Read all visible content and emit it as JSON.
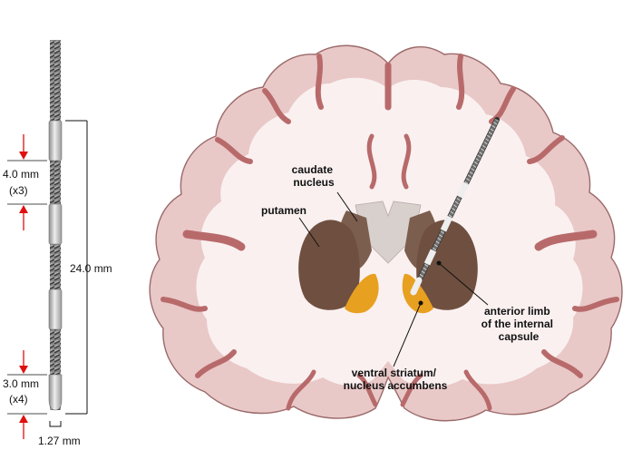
{
  "electrode": {
    "contact_spacing": "4.0 mm",
    "contact_spacing_count": "(x3)",
    "contact_length": "3.0 mm",
    "contact_length_count": "(x4)",
    "span": "24.0 mm",
    "diameter": "1.27 mm"
  },
  "brain": {
    "caudate_line1": "caudate",
    "caudate_line2": "nucleus",
    "putamen": "putamen",
    "alic_line1": "anterior limb",
    "alic_line2": "of the internal",
    "alic_line3": "capsule",
    "vs_line1": "ventral striatum/",
    "vs_line2": "nucleus accumbens"
  },
  "colors": {
    "cortex": "#e9c8c8",
    "white_matter": "#faf0f0",
    "sulcus": "#b86a6a",
    "caudate": "#7c5e4e",
    "putamen": "#6f5040",
    "accumbens": "#e8a020",
    "ventricle": "#d8d0cc",
    "marker": "#e01010"
  }
}
